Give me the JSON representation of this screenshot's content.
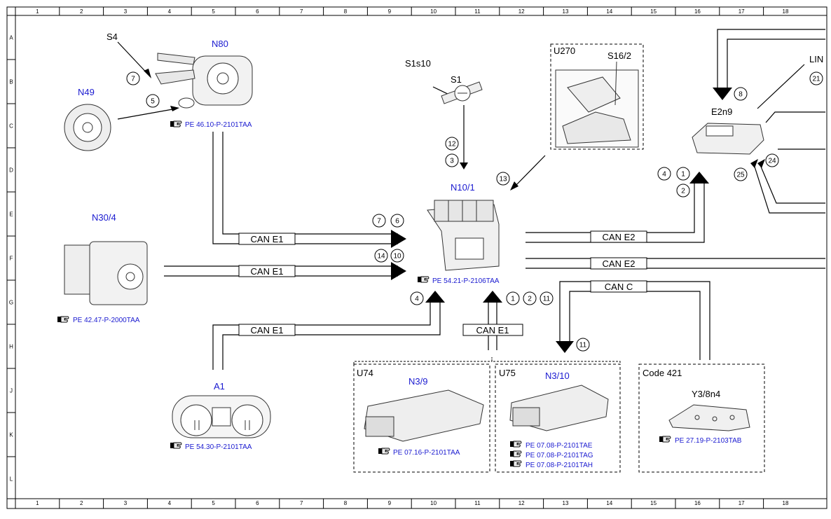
{
  "grid": {
    "columns": [
      "1",
      "2",
      "3",
      "4",
      "5",
      "6",
      "7",
      "8",
      "9",
      "10",
      "11",
      "12",
      "13",
      "14",
      "15",
      "16",
      "17",
      "18"
    ],
    "rows": [
      "A",
      "B",
      "C",
      "D",
      "E",
      "F",
      "G",
      "H",
      "J",
      "K",
      "L"
    ]
  },
  "components": {
    "s4": "S4",
    "n80": "N80",
    "n49": "N49",
    "n30_4": "N30/4",
    "a1": "A1",
    "s1s10": "S1s10",
    "s1": "S1",
    "n10_1": "N10/1",
    "u270": "U270",
    "s16_2": "S16/2",
    "e2n9": "E2n9",
    "lin": "LIN",
    "u74": "U74",
    "n3_9": "N3/9",
    "u75": "U75",
    "n3_10": "N3/10",
    "code421": "Code 421",
    "y3_8n4": "Y3/8n4"
  },
  "references": {
    "n80": "PE 46.10-P-2101TAA",
    "n30_4": "PE 42.47-P-2000TAA",
    "n10_1": "PE 54.21-P-2106TAA",
    "a1": "PE 54.30-P-2101TAA",
    "n3_9": "PE 07.16-P-2101TAA",
    "n3_10_a": "PE 07.08-P-2101TAE",
    "n3_10_b": "PE 07.08-P-2101TAG",
    "n3_10_c": "PE 07.08-P-2101TAH",
    "y3_8n4": "PE 27.19-P-2103TAB"
  },
  "buses": {
    "can_e1_n80": "CAN E1",
    "can_e1_n30": "CAN E1",
    "can_e1_a1": "CAN E1",
    "can_e1_engine": "CAN E1",
    "can_e2_upper": "CAN E2",
    "can_e2_lower": "CAN E2",
    "can_c": "CAN C"
  },
  "circled": {
    "c7_s4": "7",
    "c5_n49": "5",
    "c12": "12",
    "c3": "3",
    "c13": "13",
    "c7_bus": "7",
    "c6_bus": "6",
    "c14": "14",
    "c10": "10",
    "c4_a1": "4",
    "c1_eng": "1",
    "c2_eng": "2",
    "c11_eng": "11",
    "c11_canc": "11",
    "c8": "8",
    "c21": "21",
    "c4_e2": "4",
    "c1_e2": "1",
    "c2_e2": "2",
    "c24": "24",
    "c25": "25"
  },
  "ref_icon": "pointing-hand-icon",
  "colors": {
    "label_blue": "#1a1ad0",
    "line": "#000000"
  }
}
